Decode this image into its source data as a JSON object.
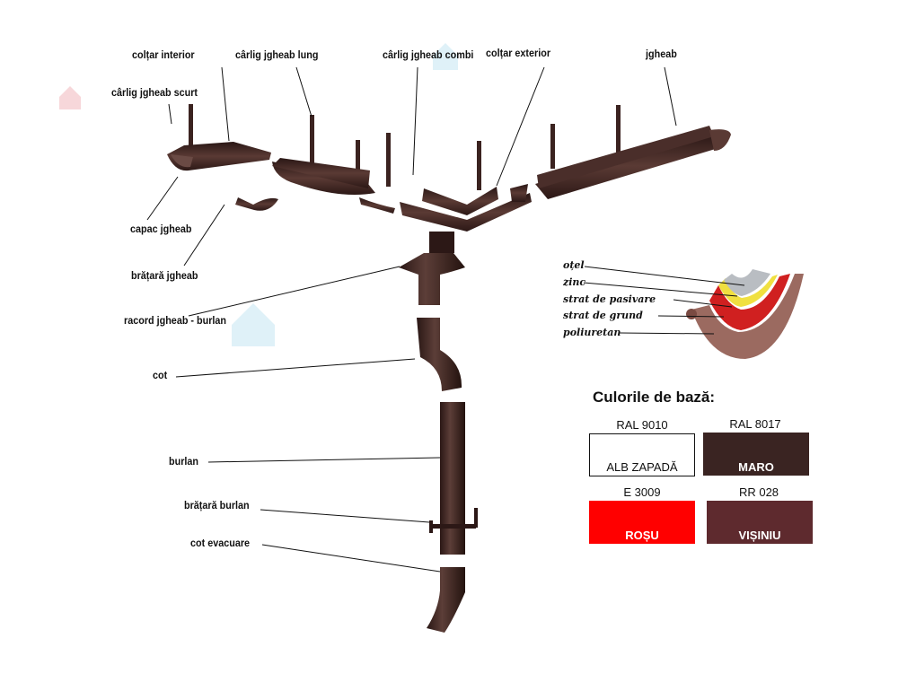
{
  "labels": {
    "coltar_interior": "colțar interior",
    "carlig_lung": "cârlig jgheab lung",
    "carlig_combi": "cârlig jgheab combi",
    "coltar_exterior": "colțar exterior",
    "jgheab": "jgheab",
    "carlig_scurt": "cârlig jgheab scurt",
    "capac": "capac jgheab",
    "bratara_jgheab": "brățară jgheab",
    "racord": "racord jgheab - burlan",
    "cot": "cot",
    "burlan": "burlan",
    "bratara_burlan": "brățară burlan",
    "cot_evacuare": "cot evacuare"
  },
  "layers": [
    "oțel",
    "zinc",
    "strat de pasivare",
    "strat de grund",
    "poliuretan"
  ],
  "colors_title": "Culorile de bază:",
  "colors": [
    {
      "code": "RAL 9010",
      "name": "ALB ZAPADĂ",
      "hex": "#ffffff"
    },
    {
      "code": "RAL 8017",
      "name": "MARO",
      "hex": "#3a2422"
    },
    {
      "code": "E 3009",
      "name": "ROȘU",
      "hex": "#ff0000"
    },
    {
      "code": "RR 028",
      "name": "VIȘINIU",
      "hex": "#5e2a2e"
    }
  ],
  "product_color": "#3b2320"
}
